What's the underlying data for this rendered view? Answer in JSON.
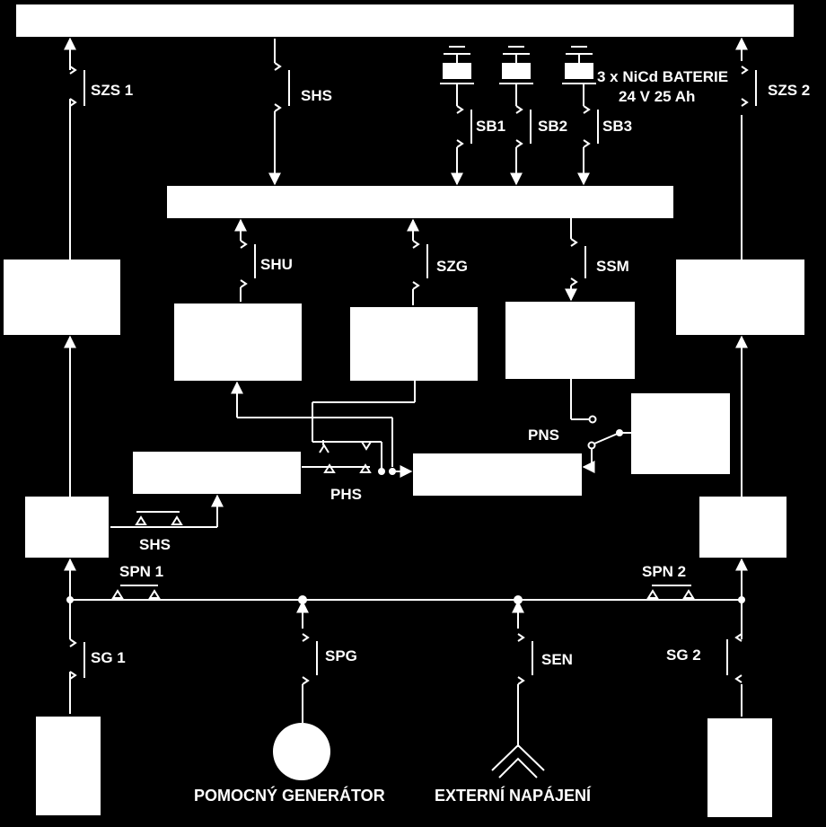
{
  "labels": {
    "szs1": "SZS 1",
    "szs2": "SZS 2",
    "shs_top": "SHS",
    "sb1": "SB1",
    "sb2": "SB2",
    "sb3": "SB3",
    "battery_line1": "3 x NiCd BATERIE",
    "battery_line2": "24 V 25 Ah",
    "shu": "SHU",
    "szg": "SZG",
    "ssm": "SSM",
    "pns": "PNS",
    "phs": "PHS",
    "shs_low": "SHS",
    "spn1": "SPN 1",
    "spn2": "SPN 2",
    "sg1": "SG 1",
    "sg2": "SG 2",
    "spg": "SPG",
    "sen": "SEN",
    "aux_generator": "POMOCNÝ GENERÁTOR",
    "external_power": "EXTERNÍ NAPÁJENÍ"
  },
  "colors": {
    "background": "#000000",
    "foreground": "#ffffff"
  }
}
